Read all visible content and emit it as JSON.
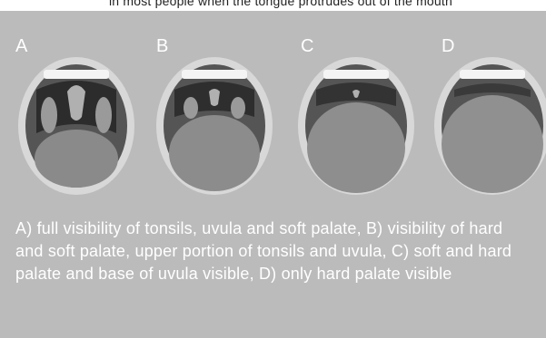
{
  "top_text": "in most people when the tongue protrudes out of the mouth",
  "panels": [
    {
      "label": "A",
      "visibility": "tonsils-uvula-soft-palate"
    },
    {
      "label": "B",
      "visibility": "hard-soft-palate-upper-tonsils-uvula"
    },
    {
      "label": "C",
      "visibility": "soft-hard-palate-base-uvula"
    },
    {
      "label": "D",
      "visibility": "hard-palate-only"
    }
  ],
  "caption": "A) full visibility of tonsils, uvula and soft palate, B) visibility of hard and soft palate, upper portion of tonsils and uvula, C) soft and hard palate and base of uvula visible, D) only hard palate visible",
  "colors": {
    "background": "#bbbbbb",
    "text": "#ffffff"
  }
}
